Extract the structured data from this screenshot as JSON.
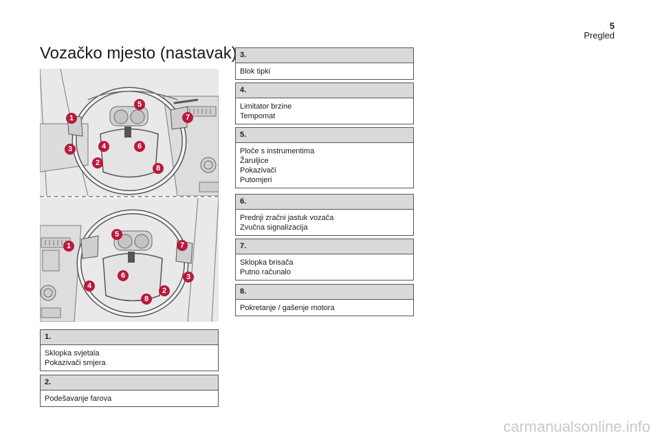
{
  "header": {
    "page_number": "5",
    "chapter": "Pregled"
  },
  "title": "Vozačko mjesto (nastavak)",
  "left_boxes": [
    {
      "number": "1.",
      "lines": [
        "Sklopka svjetala",
        "Pokazivači smjera"
      ]
    },
    {
      "number": "2.",
      "lines": [
        "Podešavanje farova"
      ]
    }
  ],
  "right_boxes": [
    {
      "number": "3.",
      "lines": [
        "Blok tipki"
      ]
    },
    {
      "number": "4.",
      "lines": [
        "Limitator brzine",
        "Tempomat"
      ]
    },
    {
      "number": "5.",
      "lines": [
        "Ploče s instrumentima",
        "Žaruljice",
        "Pokazivači",
        "Putomjeri"
      ]
    },
    {
      "number": "6.",
      "lines": [
        "Prednji zračni jastuk vozača",
        "Zvučna signalizacija"
      ]
    },
    {
      "number": "7.",
      "lines": [
        "Sklopka brisača",
        "Putno računalo"
      ]
    },
    {
      "number": "8.",
      "lines": [
        "Pokretanje / gašenje motora"
      ]
    }
  ],
  "callouts": [
    "1",
    "2",
    "3",
    "4",
    "5",
    "6",
    "7",
    "8"
  ],
  "colors": {
    "callout": "#b8193c",
    "box_header": "#d9d9d9",
    "illustration_bg": "#e9e9e9"
  },
  "watermark": "carmanualsonline.info"
}
